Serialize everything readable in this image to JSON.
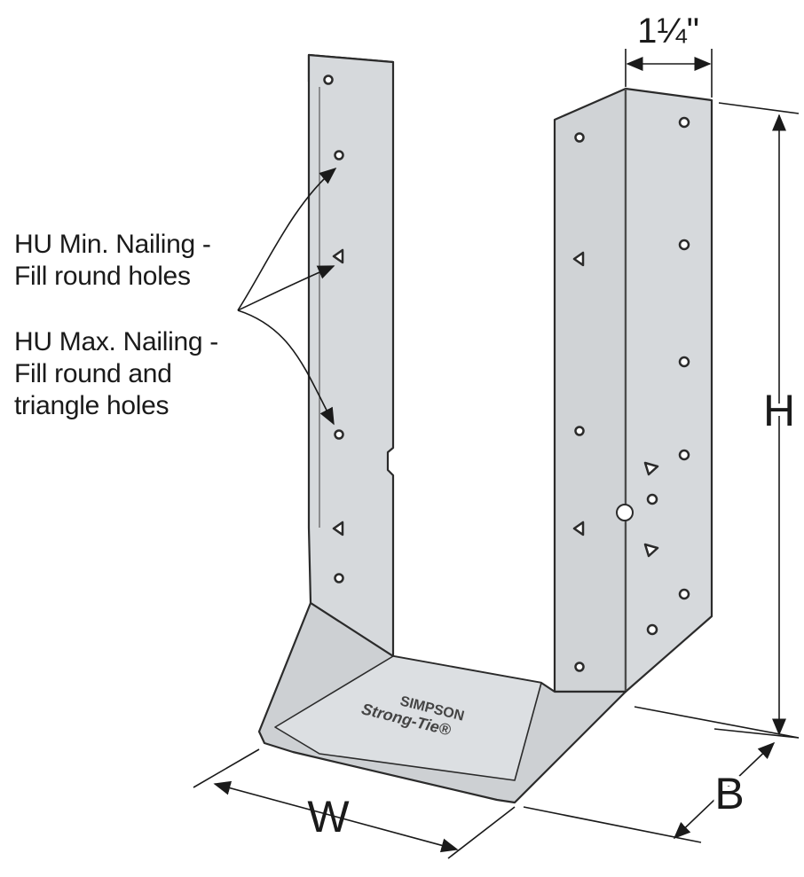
{
  "callouts": {
    "min_line1": "HU Min. Nailing -",
    "min_line2": "Fill round holes",
    "max_line1": "HU Max. Nailing -",
    "max_line2": "Fill round and",
    "max_line3": "triangle holes"
  },
  "dimensions": {
    "flange_width": "1¼\"",
    "height": "H",
    "width": "W",
    "depth": "B"
  },
  "brand": {
    "line1": "SIMPSON",
    "line2": "Strong-Tie®"
  },
  "colors": {
    "metal_fill": "#d6d9dc",
    "metal_shade": "#c3c7cb",
    "metal_stroke": "#2b2b2b",
    "ink": "#1a1a1a",
    "background": "#ffffff"
  }
}
